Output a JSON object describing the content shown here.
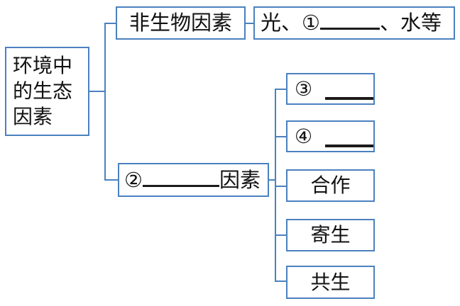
{
  "diagram": {
    "title_text": "环境中的生态因素",
    "accent_color": "#4b81bf",
    "blank_color": "#1b1b1b",
    "background": "#ffffff",
    "root": {
      "label_line1": "环境中",
      "label_line2": "的生态",
      "label_line3": "因素"
    },
    "branches": [
      {
        "id": "abiotic",
        "label": "非生物因素",
        "detail": {
          "id": "abiotic-detail",
          "prefix": "光、①",
          "blank": "",
          "suffix": "、水等"
        }
      },
      {
        "id": "biotic",
        "prefix": "②",
        "blank": "",
        "suffix": "因素",
        "children": [
          {
            "id": "relation-3",
            "marker": "③",
            "label": "",
            "has_blank": true
          },
          {
            "id": "relation-4",
            "marker": "④",
            "label": "",
            "has_blank": true
          },
          {
            "id": "relation-cooperation",
            "marker": "",
            "label": "合作",
            "has_blank": false
          },
          {
            "id": "relation-parasitism",
            "marker": "",
            "label": "寄生",
            "has_blank": false
          },
          {
            "id": "relation-symbiosis",
            "marker": "",
            "label": "共生",
            "has_blank": false
          }
        ]
      }
    ]
  }
}
